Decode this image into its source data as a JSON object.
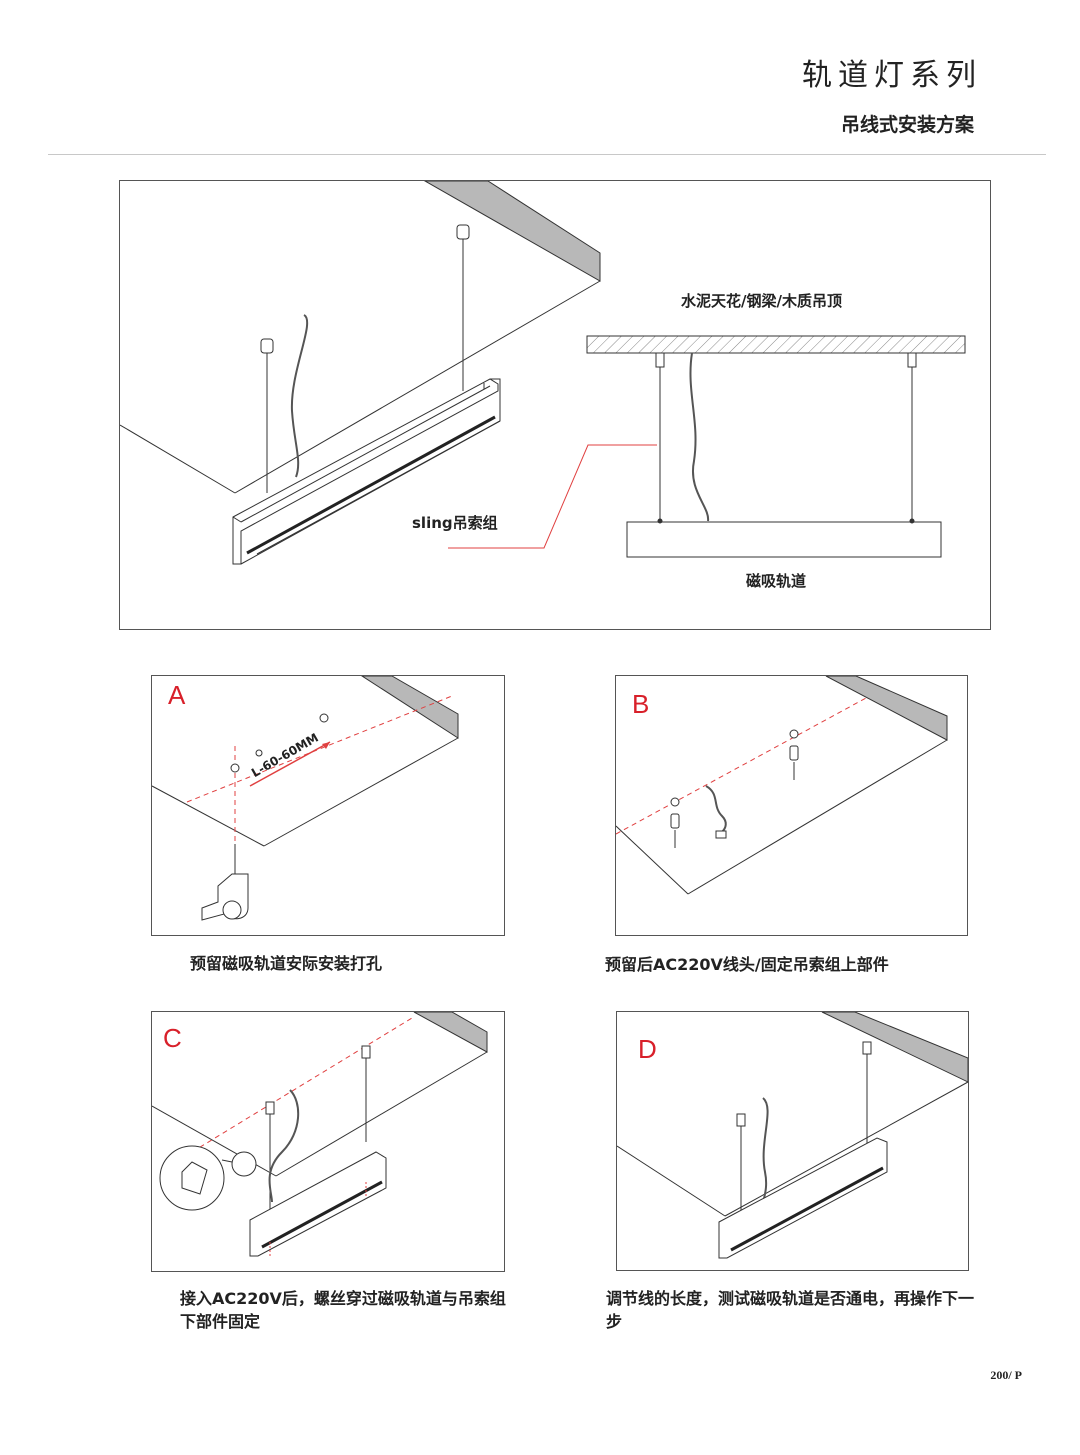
{
  "header": {
    "series": "轨道灯系列",
    "subtitle": "吊线式安装方案"
  },
  "main_figure": {
    "ceiling_label": "水泥天花/钢梁/木质吊顶",
    "sling_label": "sling吊索组",
    "track_label": "磁吸轨道"
  },
  "steps": [
    {
      "letter": "A",
      "caption": "预留磁吸轨道安际安装打孔",
      "dimension": "L-60-60MM"
    },
    {
      "letter": "B",
      "caption": "预留后AC220V线头/固定吊索组上部件"
    },
    {
      "letter": "C",
      "caption": "接入AC220V后，螺丝穿过磁吸轨道与吊索组下部件固定"
    },
    {
      "letter": "D",
      "caption": "调节线的长度，测试磁吸轨道是否通电，再操作下一步"
    }
  ],
  "footer": {
    "page": "200/ P"
  },
  "colors": {
    "accent": "#d8202a",
    "guide": "#e04040",
    "line": "#333333",
    "beam": "#b5b5b5"
  }
}
